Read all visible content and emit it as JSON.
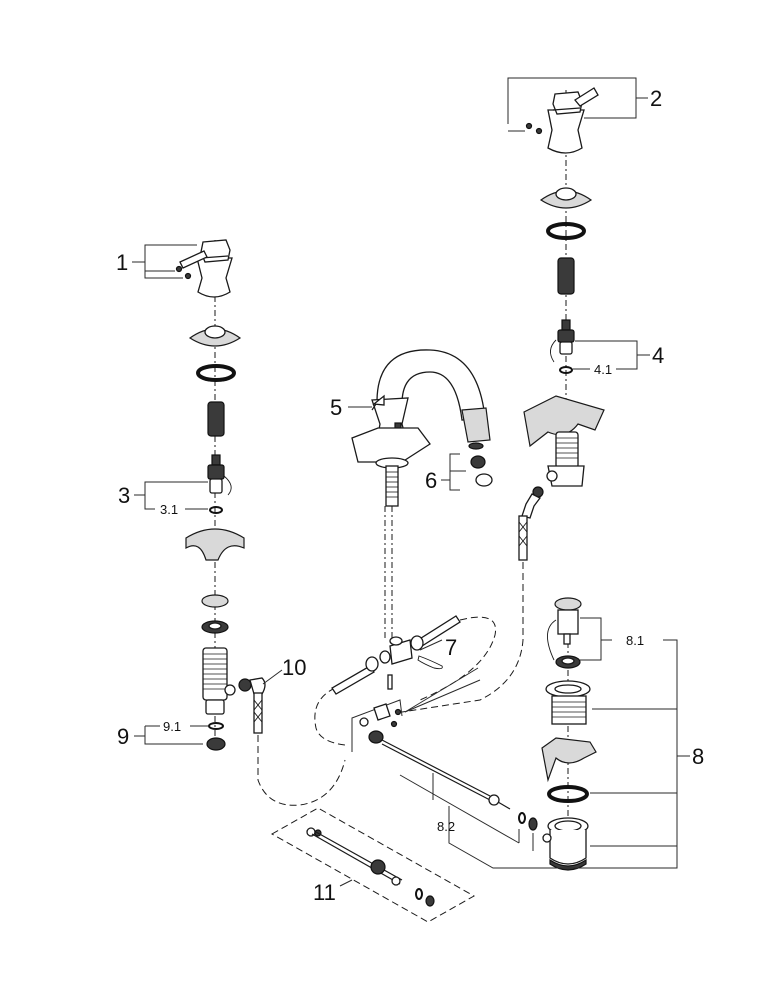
{
  "diagram": {
    "type": "exploded-parts-diagram",
    "subject": "Widespread bathroom faucet with pop-up drain",
    "labels": {
      "p1": "1",
      "p2": "2",
      "p3": "3",
      "p3_1": "3.1",
      "p4": "4",
      "p4_1": "4.1",
      "p5": "5",
      "p6": "6",
      "p7": "7",
      "p8": "8",
      "p8_1": "8.1",
      "p8_2": "8.2",
      "p9": "9",
      "p9_1": "9.1",
      "p10": "10",
      "p11": "11"
    },
    "parts": [
      {
        "id": "1",
        "name": "left handle with set screws"
      },
      {
        "id": "2",
        "name": "right handle with set screws"
      },
      {
        "id": "3",
        "name": "left valve cartridge",
        "sub": [
          {
            "id": "3.1",
            "name": "o-ring"
          }
        ]
      },
      {
        "id": "4",
        "name": "right valve cartridge",
        "sub": [
          {
            "id": "4.1",
            "name": "o-ring"
          }
        ]
      },
      {
        "id": "5",
        "name": "spout"
      },
      {
        "id": "6",
        "name": "aerator set"
      },
      {
        "id": "7",
        "name": "tee connector clip"
      },
      {
        "id": "8",
        "name": "pop-up waste assembly",
        "sub": [
          {
            "id": "8.1",
            "name": "pop-up stopper"
          },
          {
            "id": "8.2",
            "name": "pivot rod"
          }
        ]
      },
      {
        "id": "9",
        "name": "nut and washer",
        "sub": [
          {
            "id": "9.1",
            "name": "washer"
          }
        ]
      },
      {
        "id": "10",
        "name": "flexible hose elbow"
      },
      {
        "id": "11",
        "name": "lift rod kit"
      }
    ]
  }
}
